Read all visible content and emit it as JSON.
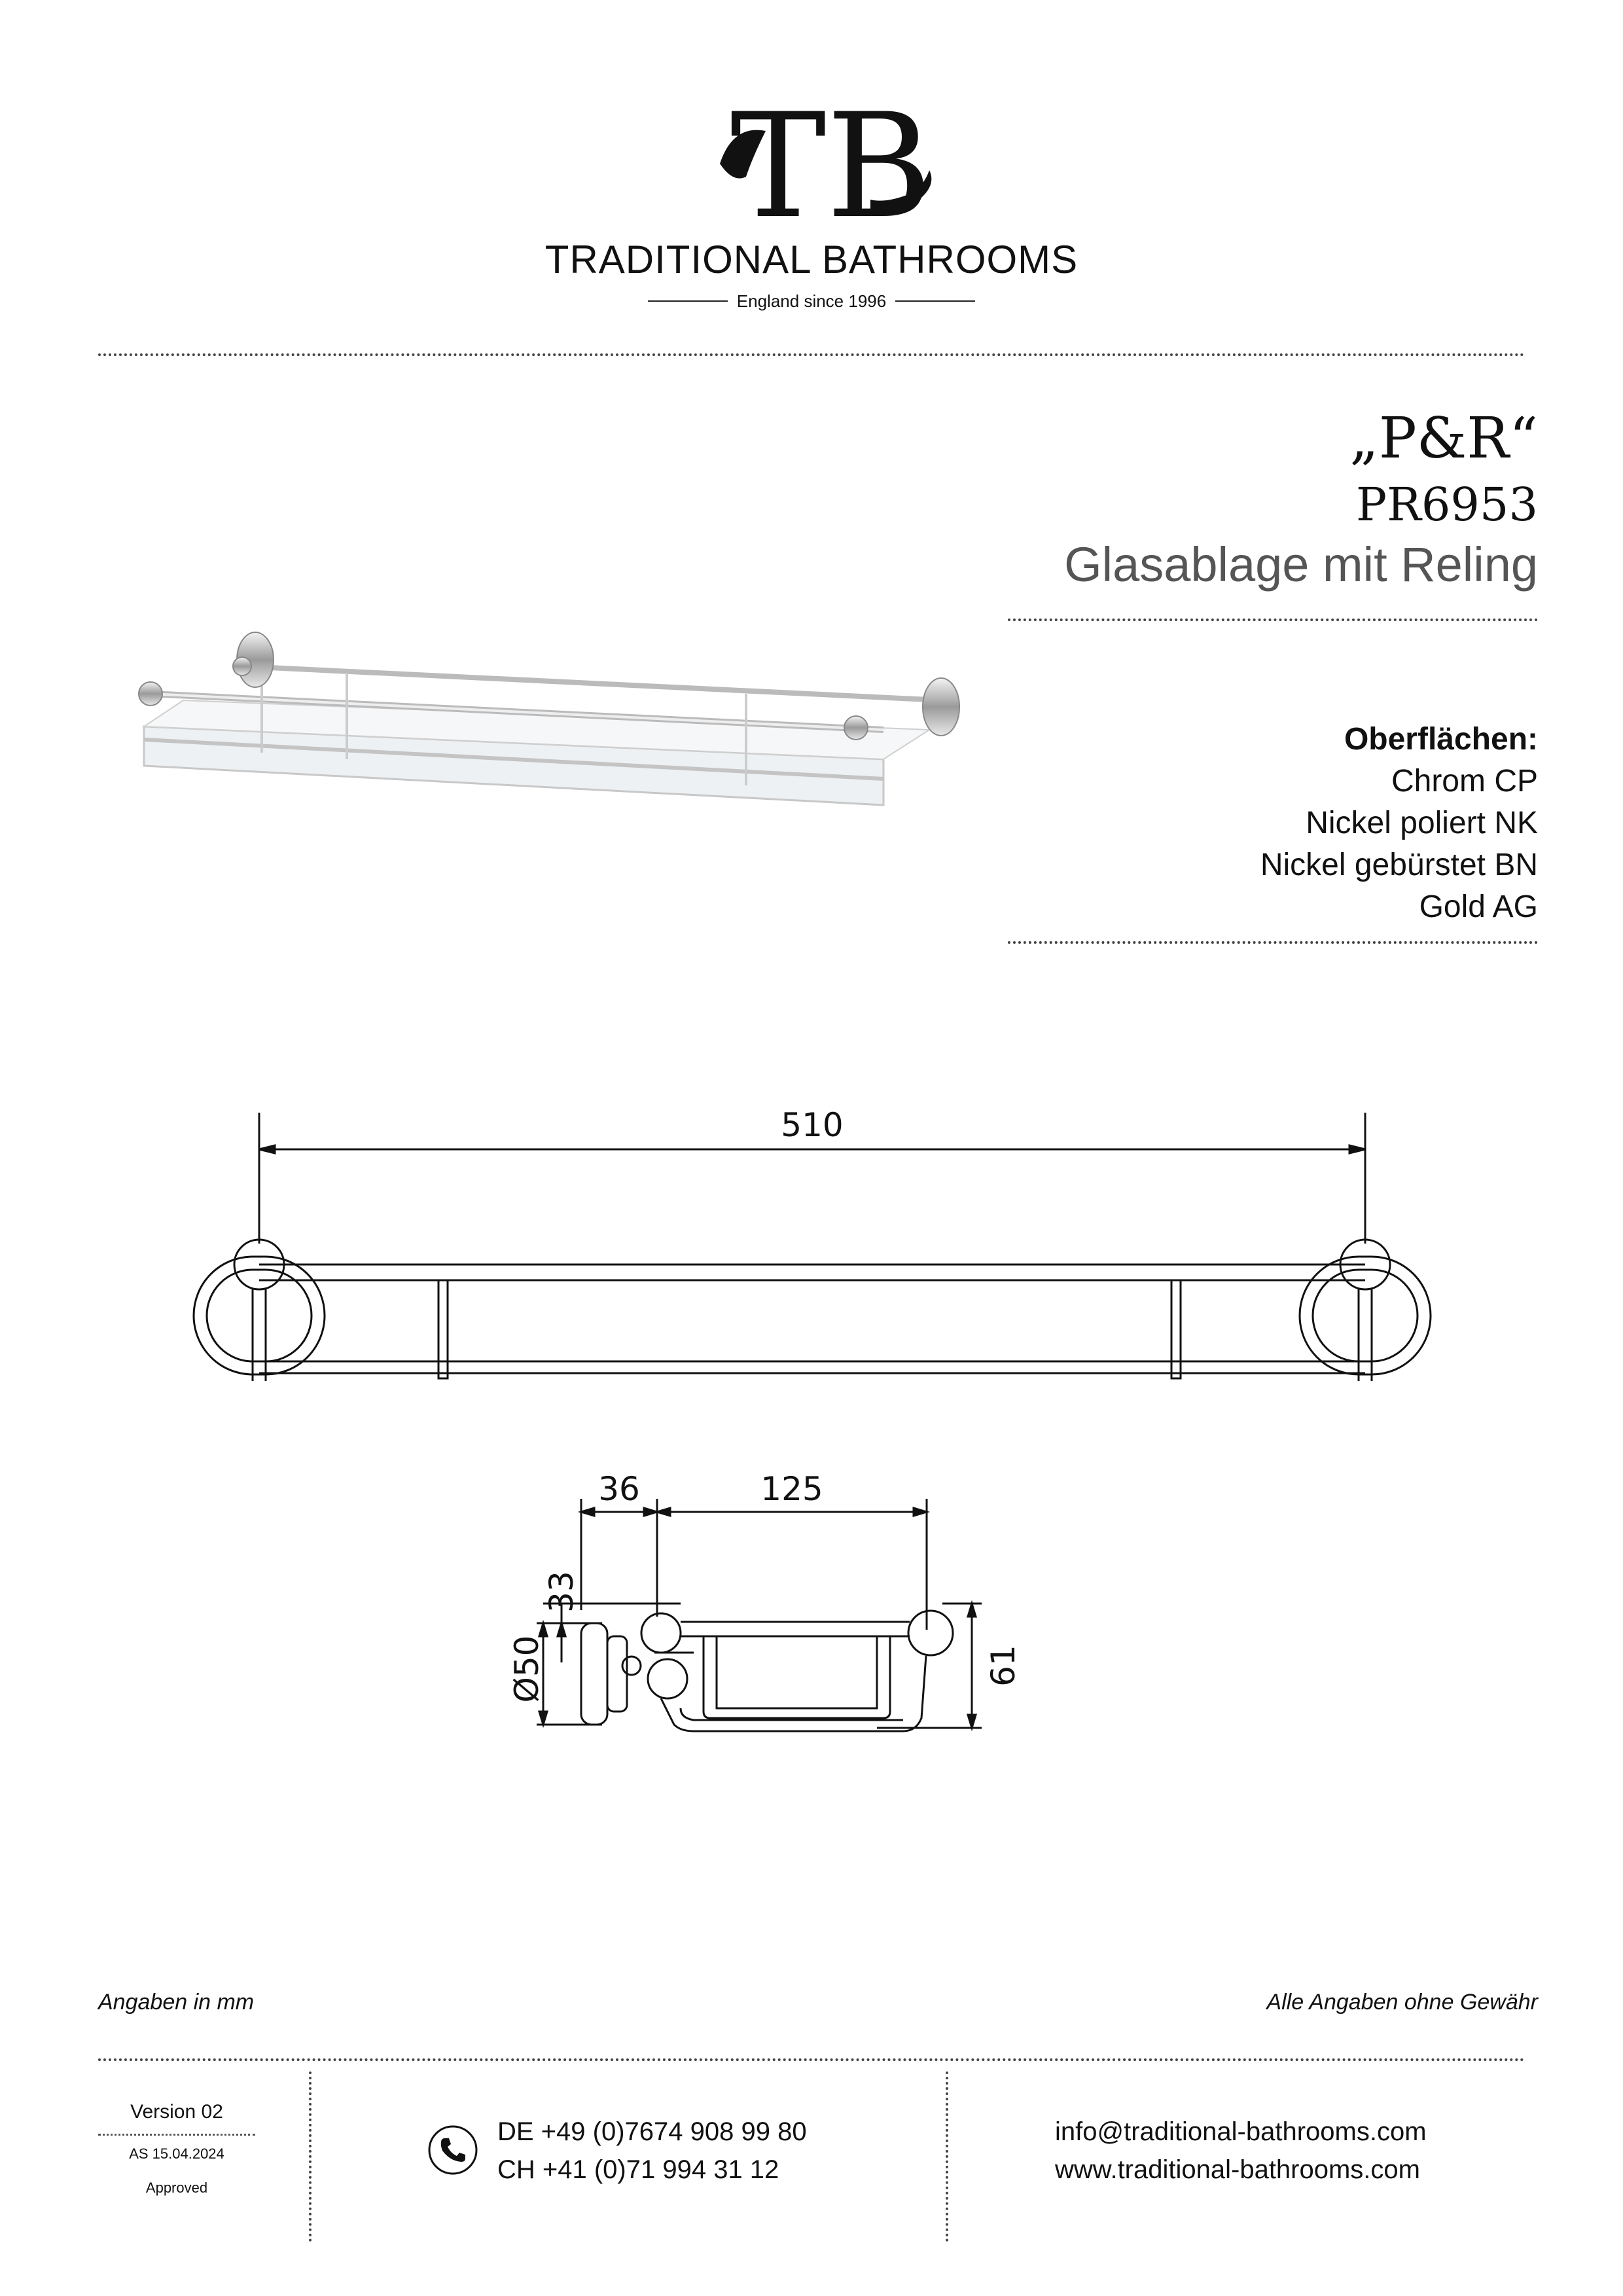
{
  "brand": {
    "name": "TRADITIONAL BATHROOMS",
    "tagline": "England since 1996",
    "logo_monogram": "TB"
  },
  "product": {
    "series": "„P&R“",
    "model": "PR6953",
    "name": "Glasablage mit Reling"
  },
  "finishes": {
    "heading": "Oberflächen:",
    "items": [
      "Chrom CP",
      "Nickel poliert NK",
      "Nickel gebürstet BN",
      "Gold AG"
    ]
  },
  "drawing": {
    "front": {
      "width_label": "510"
    },
    "side": {
      "projection_label": "36",
      "depth_label": "125",
      "offset_label": "33",
      "diameter_label": "Ø50",
      "height_label": "61"
    }
  },
  "notes": {
    "units": "Angaben in mm",
    "disclaimer": "Alle Angaben ohne Gewähr"
  },
  "footer": {
    "version": "Version 02",
    "date": "AS 15.04.2024",
    "status": "Approved",
    "phone_de": "DE +49 (0)7674 908 99 80",
    "phone_ch": "CH +41 (0)71 994 31 12",
    "email": "info@traditional-bathrooms.com",
    "website": "www.traditional-bathrooms.com",
    "phone_icon": "phone-icon"
  }
}
